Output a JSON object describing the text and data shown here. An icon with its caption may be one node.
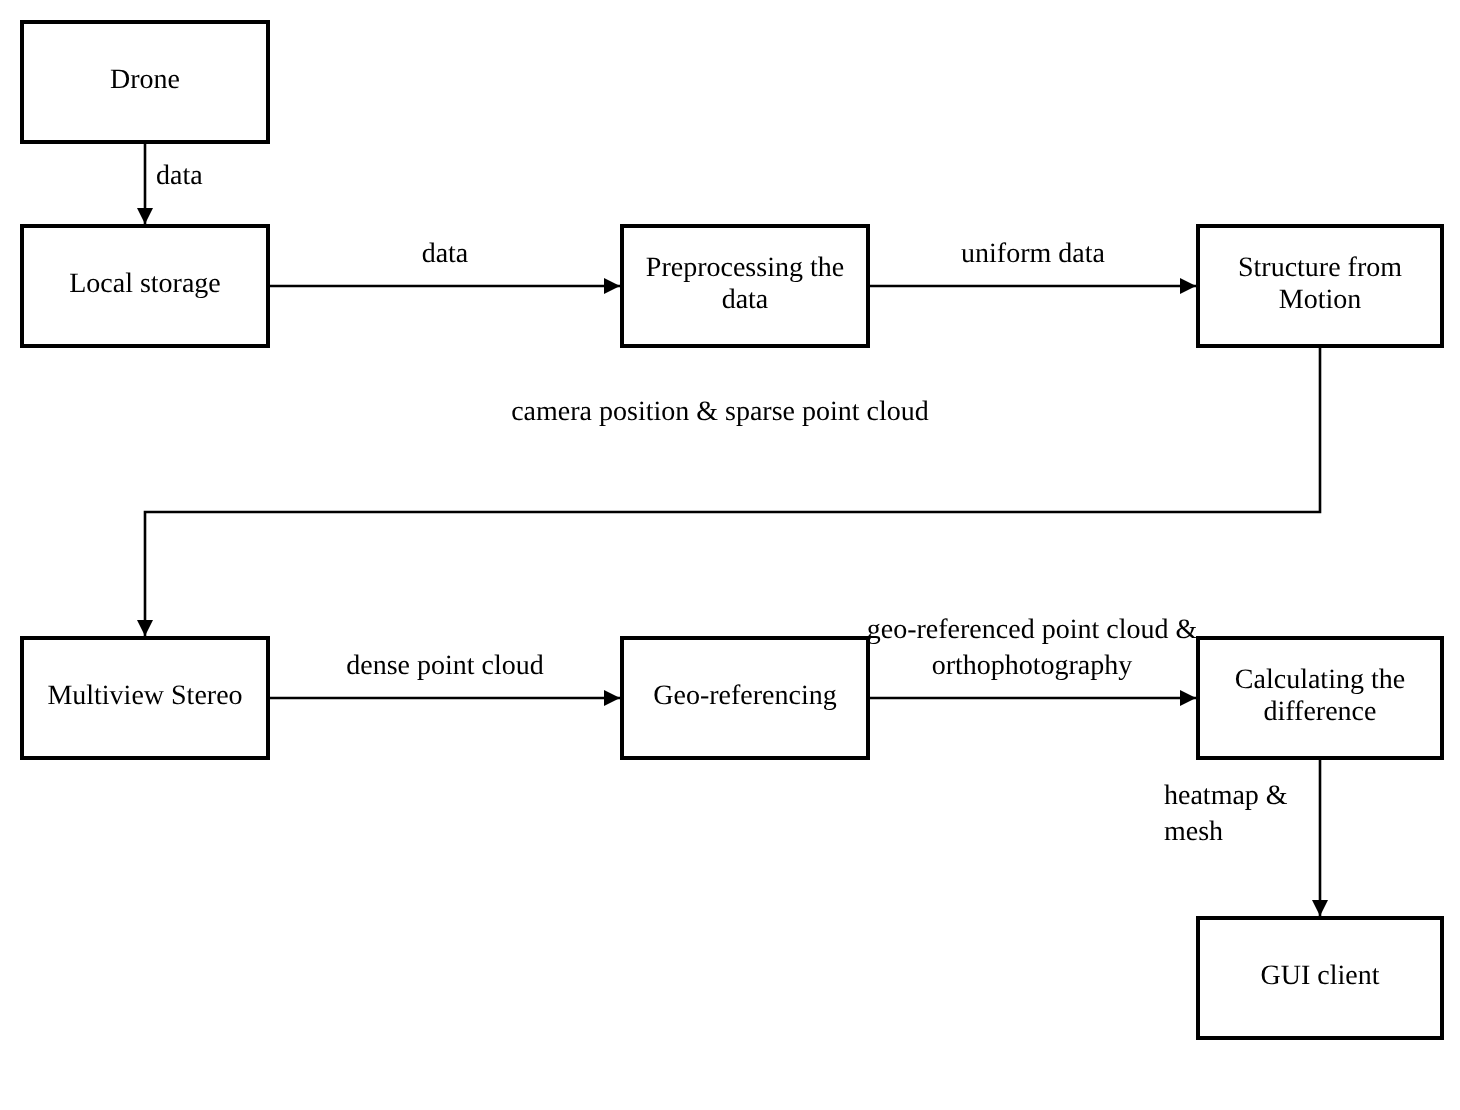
{
  "diagram": {
    "nodes": [
      {
        "text": [
          "Drone"
        ]
      },
      {
        "text": [
          "Local storage"
        ]
      },
      {
        "text": [
          "Preprocessing the data"
        ]
      },
      {
        "text": [
          "Structure from Motion"
        ]
      },
      {
        "text": [
          "Multiview Stereo"
        ]
      },
      {
        "text": [
          "Geo-referencing"
        ]
      },
      {
        "text": [
          "Calculating the difference"
        ]
      },
      {
        "text": [
          "GUI client"
        ]
      }
    ],
    "edges": [
      {
        "from": 0,
        "to": 1,
        "arrow": "to",
        "label": "data"
      },
      {
        "from": 1,
        "to": 2,
        "arrow": "to",
        "label": "data"
      },
      {
        "from": 2,
        "to": 3,
        "arrow": "to",
        "label": "uniform data"
      },
      {
        "from": 3,
        "to": 4,
        "arrow": "to",
        "label": "camera position & sparse point cloud"
      },
      {
        "from": 4,
        "to": 5,
        "arrow": "to",
        "label": "dense point cloud"
      },
      {
        "from": 5,
        "to": 6,
        "arrow": "to",
        "label": "geo-referenced point cloud & orthophotography"
      },
      {
        "from": 6,
        "to": 7,
        "arrow": "to",
        "label": "heatmap & mesh"
      }
    ]
  }
}
